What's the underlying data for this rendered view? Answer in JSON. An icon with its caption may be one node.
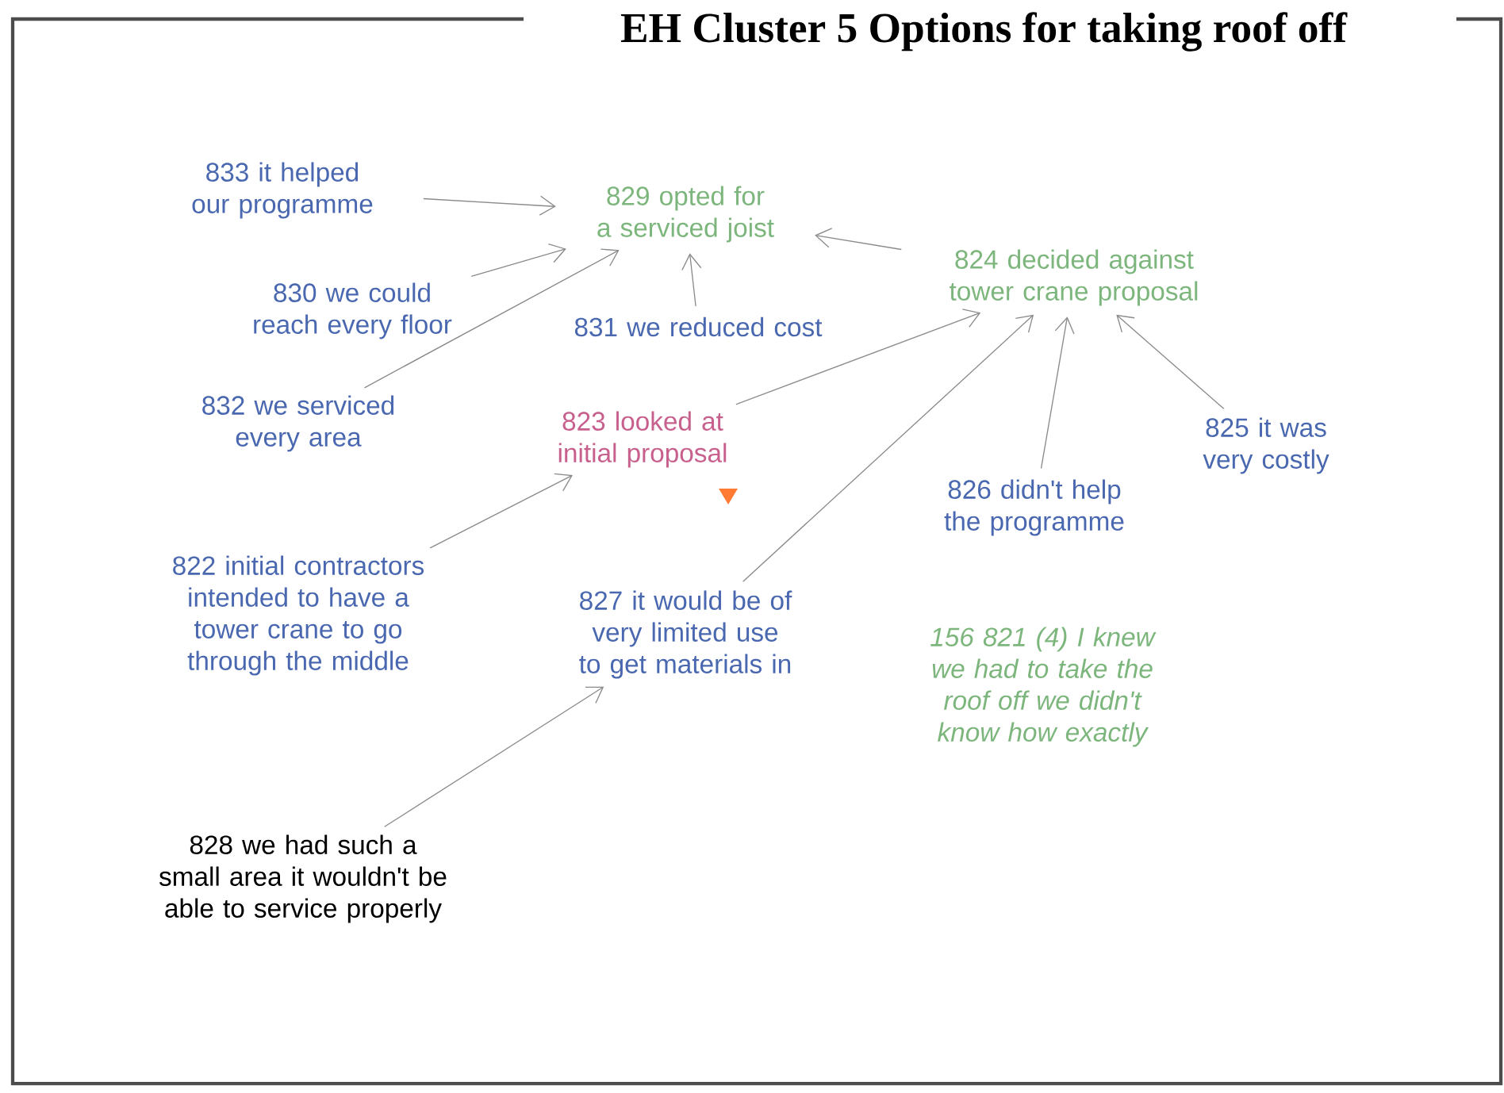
{
  "diagram": {
    "title": "EH Cluster 5 Options for taking roof off",
    "nodes": [
      {
        "text": [
          "829 opted for a serviced joist"
        ]
      },
      {
        "text": [
          "833 it helped our programme"
        ]
      },
      {
        "text": [
          "830 we could reach every floor"
        ]
      },
      {
        "text": [
          "831 we reduced cost"
        ]
      },
      {
        "text": [
          "824 decided against tower crane proposal"
        ]
      },
      {
        "text": [
          "832 we serviced every area"
        ]
      },
      {
        "text": [
          "823 looked at initial proposal"
        ]
      },
      {
        "text": [
          "825 it was very costly"
        ]
      },
      {
        "text": [
          "826 didn't help the programme"
        ]
      },
      {
        "text": [
          "822 initial contractors intended to have a tower crane to go through the middle"
        ]
      },
      {
        "text": [
          "827 it would be of very limited use to get materials in"
        ]
      },
      {
        "text": [
          "828 we had such a small area it wouldn't be able to service properly"
        ]
      }
    ],
    "edges": [
      {
        "from": 1,
        "to": 0,
        "arrow": "to"
      },
      {
        "from": 2,
        "to": 0,
        "arrow": "to"
      },
      {
        "from": 5,
        "to": 0,
        "arrow": "to"
      },
      {
        "from": 3,
        "to": 0,
        "arrow": "to"
      },
      {
        "from": 4,
        "to": 0,
        "arrow": "to"
      },
      {
        "from": 6,
        "to": 4,
        "arrow": "to"
      },
      {
        "from": 10,
        "to": 4,
        "arrow": "to"
      },
      {
        "from": 8,
        "to": 4,
        "arrow": "to"
      },
      {
        "from": 7,
        "to": 4,
        "arrow": "to"
      },
      {
        "from": 9,
        "to": 6,
        "arrow": "to"
      },
      {
        "from": 11,
        "to": 10,
        "arrow": "to"
      }
    ],
    "labels": [
      "156 821 (4) I knew we had to take the roof off we didn't know how exactly"
    ]
  }
}
